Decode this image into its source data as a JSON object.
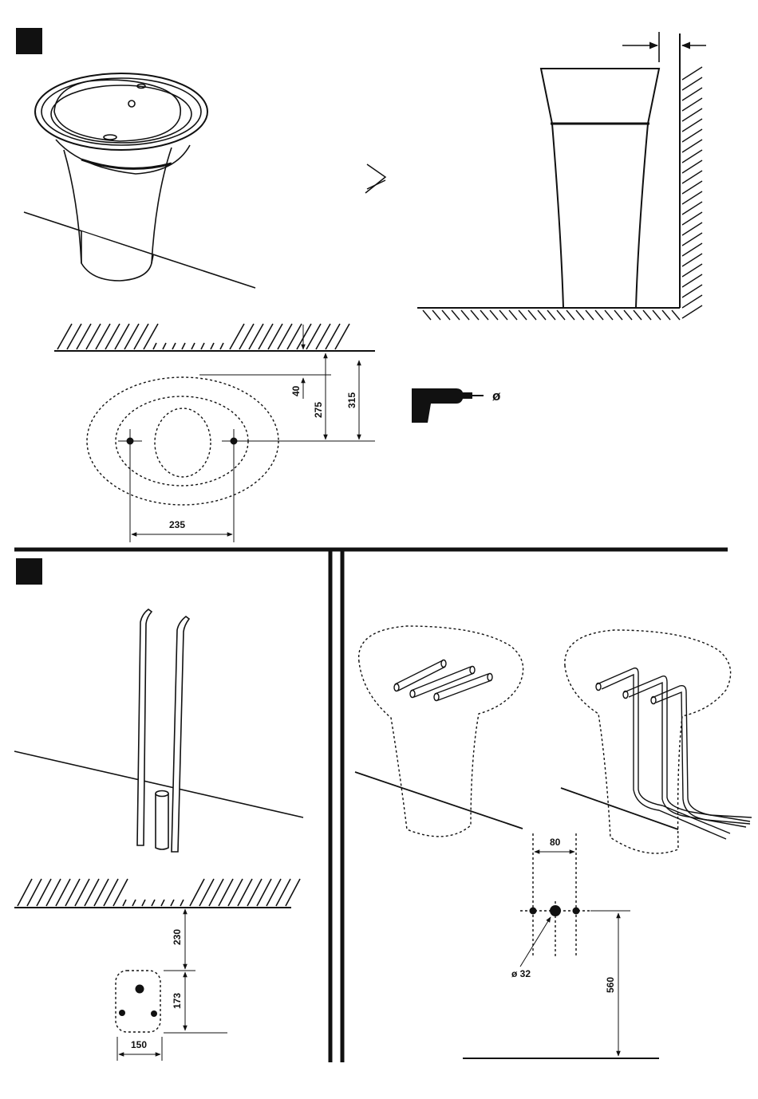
{
  "step_markers": [
    "step-1",
    "step-2"
  ],
  "dimensions": {
    "d40": "40",
    "d275": "275",
    "d315": "315",
    "d235": "235",
    "d230": "230",
    "d173": "173",
    "d150": "150",
    "d80": "80",
    "d32": "ø 32",
    "d560": "560"
  },
  "drill_symbol": "ø",
  "icons": [
    "greater-equal-icon",
    "drill-icon"
  ],
  "colors": {
    "ink": "#111111",
    "background": "#ffffff"
  }
}
